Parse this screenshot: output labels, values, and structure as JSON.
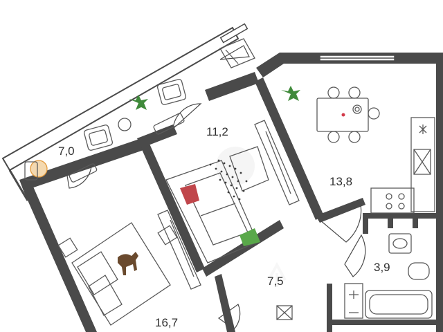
{
  "rooms": [
    {
      "id": "balcony",
      "area": "7,0"
    },
    {
      "id": "living-room",
      "area": "11,2"
    },
    {
      "id": "kitchen",
      "area": "13,8"
    },
    {
      "id": "bedroom",
      "area": "16,7"
    },
    {
      "id": "hallway",
      "area": "7,5"
    },
    {
      "id": "bathroom",
      "area": "3,9"
    }
  ],
  "colors": {
    "wall": "#4a4a4a",
    "furniture_line": "#5a5a5a",
    "plant": "#3f8a3a",
    "pillow_red": "#c0464b",
    "pillow_green": "#59a84a",
    "chair_accent": "#e39a3c",
    "animal": "#6a4a2e",
    "kitchen_dot": "#d23a4a"
  },
  "icons": [
    "plant-icon",
    "animal-figure-icon",
    "watermark-logo-icon"
  ]
}
